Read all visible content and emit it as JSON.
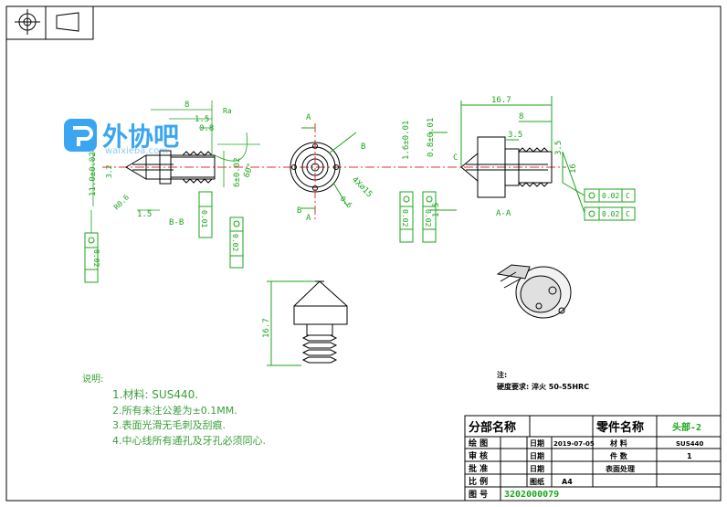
{
  "watermark": {
    "brand": "外协吧",
    "url": "waixieba.com"
  },
  "dimensions": {
    "d_11": "11.0±0.02",
    "d_8": "8",
    "d_1_5a": "1.5",
    "d_1_5b": "1.5",
    "d_1_5c": "1.5",
    "d_0_8": "0.8",
    "d_r0_6": "R0.6",
    "d_0_6": "0.6",
    "d_6_02": "6±0.02",
    "d_60": "60°",
    "d_3_2": "3.2",
    "d_16_7a": "16.7",
    "d_16_7b": "16.7",
    "d_8b": "8",
    "d_3_5a": "3.5",
    "d_3_5b": "3.5",
    "d_1_6_01": "1.6±0.01",
    "d_0_8_01": "0.8±0.01",
    "d_1_5d": "1.5",
    "d_4x15": "4X⌀15",
    "d_16": "16",
    "ra": "Ra",
    "section_bb": "B-B",
    "section_aa": "A-A",
    "label_a": "A",
    "label_b": "B",
    "label_c": "C",
    "tol_01": "0.01",
    "tol_002": "0.02",
    "tol_002c": "0.02",
    "tol_002d": "0.02",
    "tol_002e": "0.02",
    "tol_002f": "0.02",
    "tol_002g": "0.02"
  },
  "notes": {
    "heading": "说明:",
    "items": [
      "1.材料: SUS440.",
      "2.所有未注公差为±0.1MM.",
      "3.表面光滑无毛刺及刮痕.",
      "4.中心线所有通孔及牙孔必须同心."
    ],
    "note_label": "注:",
    "hardness": "硬度要求: 淬火 50-55HRC"
  },
  "title_block": {
    "part_name_label": "分部名称",
    "component_label": "零件名称",
    "component_value": "头部-2",
    "draw_label": "绘 图",
    "date_label_1": "日期",
    "date_value": "2019-07-05",
    "material_label": "材 料",
    "material_value": "SUS440",
    "review_label": "审 核",
    "date_label_2": "日期",
    "qty_label": "件 数",
    "qty_value": "1",
    "approve_label": "批 准",
    "date_label_3": "日期",
    "surface_label": "表面处理",
    "scale_label": "比 例",
    "paper_label": "图纸",
    "paper_value": "A4",
    "drawing_no_label": "图 号",
    "drawing_no_value": "3202000079"
  }
}
